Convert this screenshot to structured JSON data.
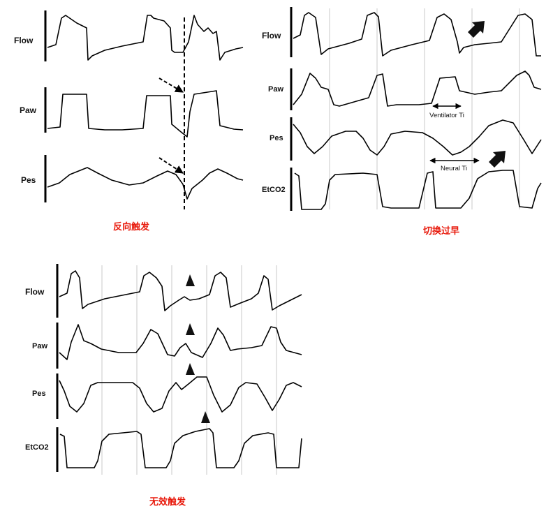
{
  "panels": {
    "reverse_trigger": {
      "caption": "反向触发",
      "channels": [
        "Flow",
        "Paw",
        "Pes"
      ]
    },
    "early_cycling": {
      "caption": "切换过早",
      "channels": [
        "Flow",
        "Paw",
        "Pes",
        "EtCO2"
      ],
      "annotations": {
        "ventilator_ti": "Ventilator Ti",
        "neural_ti": "Neural Ti"
      }
    },
    "ineffective_trigger": {
      "caption": "无效触发",
      "channels": [
        "Flow",
        "Paw",
        "Pes",
        "EtCO2"
      ]
    }
  },
  "colors": {
    "caption": "#e8190b",
    "waveform": "#000000",
    "grid": "#c8c8c8"
  },
  "icons": [
    "arrow-icon",
    "arrowhead-icon",
    "dashed-arrow-icon"
  ]
}
